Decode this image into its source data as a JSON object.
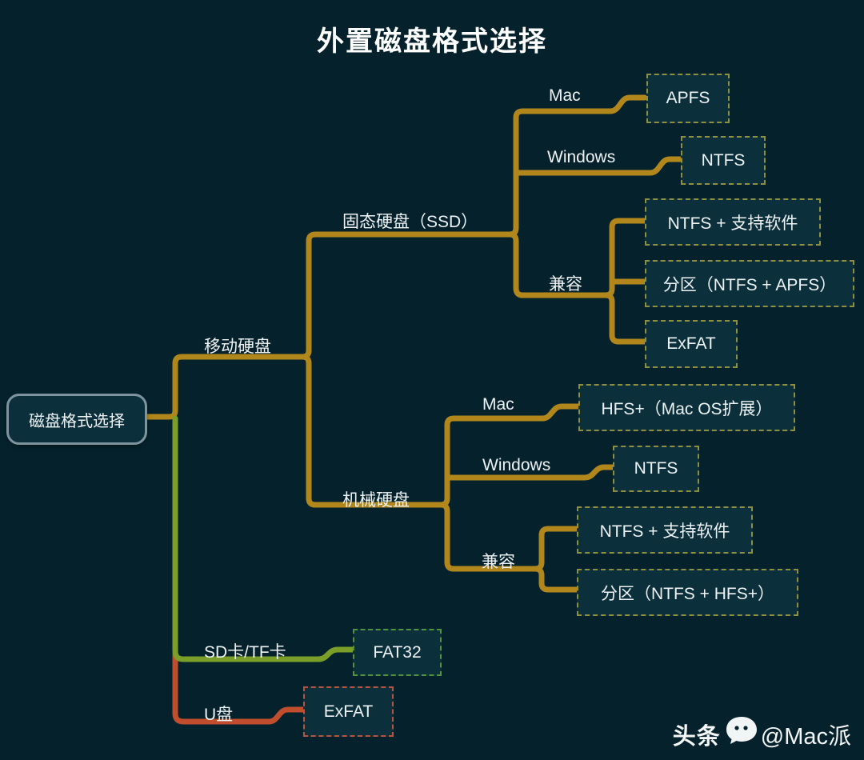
{
  "title": "外置磁盘格式选择",
  "root": {
    "label": "磁盘格式选择"
  },
  "labels": [
    {
      "text": "移动硬盘",
      "parent": "磁盘格式选择",
      "branch_color": "#b1861b"
    },
    {
      "text": "固态硬盘（SSD）",
      "parent": "移动硬盘",
      "branch_color": "#b1861b"
    },
    {
      "text": "Mac",
      "parent": "固态硬盘（SSD）",
      "branch_color": "#b1861b"
    },
    {
      "text": "Windows",
      "parent": "固态硬盘（SSD）",
      "branch_color": "#b1861b"
    },
    {
      "text": "兼容",
      "parent": "固态硬盘（SSD）",
      "branch_color": "#b1861b"
    },
    {
      "text": "机械硬盘",
      "parent": "移动硬盘",
      "branch_color": "#b1861b"
    },
    {
      "text": "Mac",
      "parent": "机械硬盘",
      "branch_color": "#b1861b"
    },
    {
      "text": "Windows",
      "parent": "机械硬盘",
      "branch_color": "#b1861b"
    },
    {
      "text": "兼容",
      "parent": "机械硬盘",
      "branch_color": "#b1861b"
    },
    {
      "text": "SD卡/TF卡",
      "parent": "磁盘格式选择",
      "branch_color": "#7a9e27"
    },
    {
      "text": "U盘",
      "parent": "磁盘格式选择",
      "branch_color": "#c04e2c"
    }
  ],
  "boxes": [
    {
      "text": "APFS",
      "parent": "Mac",
      "border_color": "#8f8f42"
    },
    {
      "text": "NTFS",
      "parent": "Windows",
      "border_color": "#8f8f42"
    },
    {
      "text": "NTFS + 支持软件",
      "parent": "兼容",
      "border_color": "#8f8f42"
    },
    {
      "text": "分区（NTFS + APFS）",
      "parent": "兼容",
      "border_color": "#8f8f42"
    },
    {
      "text": "ExFAT",
      "parent": "兼容",
      "border_color": "#8f8f42"
    },
    {
      "text": "HFS+（Mac OS扩展）",
      "parent": "Mac",
      "border_color": "#8f8f42"
    },
    {
      "text": "NTFS",
      "parent": "Windows",
      "border_color": "#8f8f42"
    },
    {
      "text": "NTFS + 支持软件",
      "parent": "兼容",
      "border_color": "#8f8f42"
    },
    {
      "text": "分区（NTFS + HFS+）",
      "parent": "兼容",
      "border_color": "#8f8f42"
    },
    {
      "text": "FAT32",
      "parent": "SD卡/TF卡",
      "border_color": "#55923f"
    },
    {
      "text": "ExFAT",
      "parent": "U盘",
      "border_color": "#b5543f"
    }
  ],
  "watermark": {
    "prefix": "头条",
    "handle": "@Mac派",
    "icon": "chat-ghost-icon"
  },
  "colors": {
    "background": "#05222c",
    "box_fill": "#0b303c",
    "gold_line": "#b1861b",
    "green_line": "#7a9e27",
    "red_line": "#c04e2c",
    "gold_dash_border": "#8f8f42",
    "green_dash_border": "#55923f",
    "red_dash_border": "#b5543f",
    "root_border": "#7e939e",
    "text": "#eef2f3",
    "title_text": "#ffffff"
  }
}
